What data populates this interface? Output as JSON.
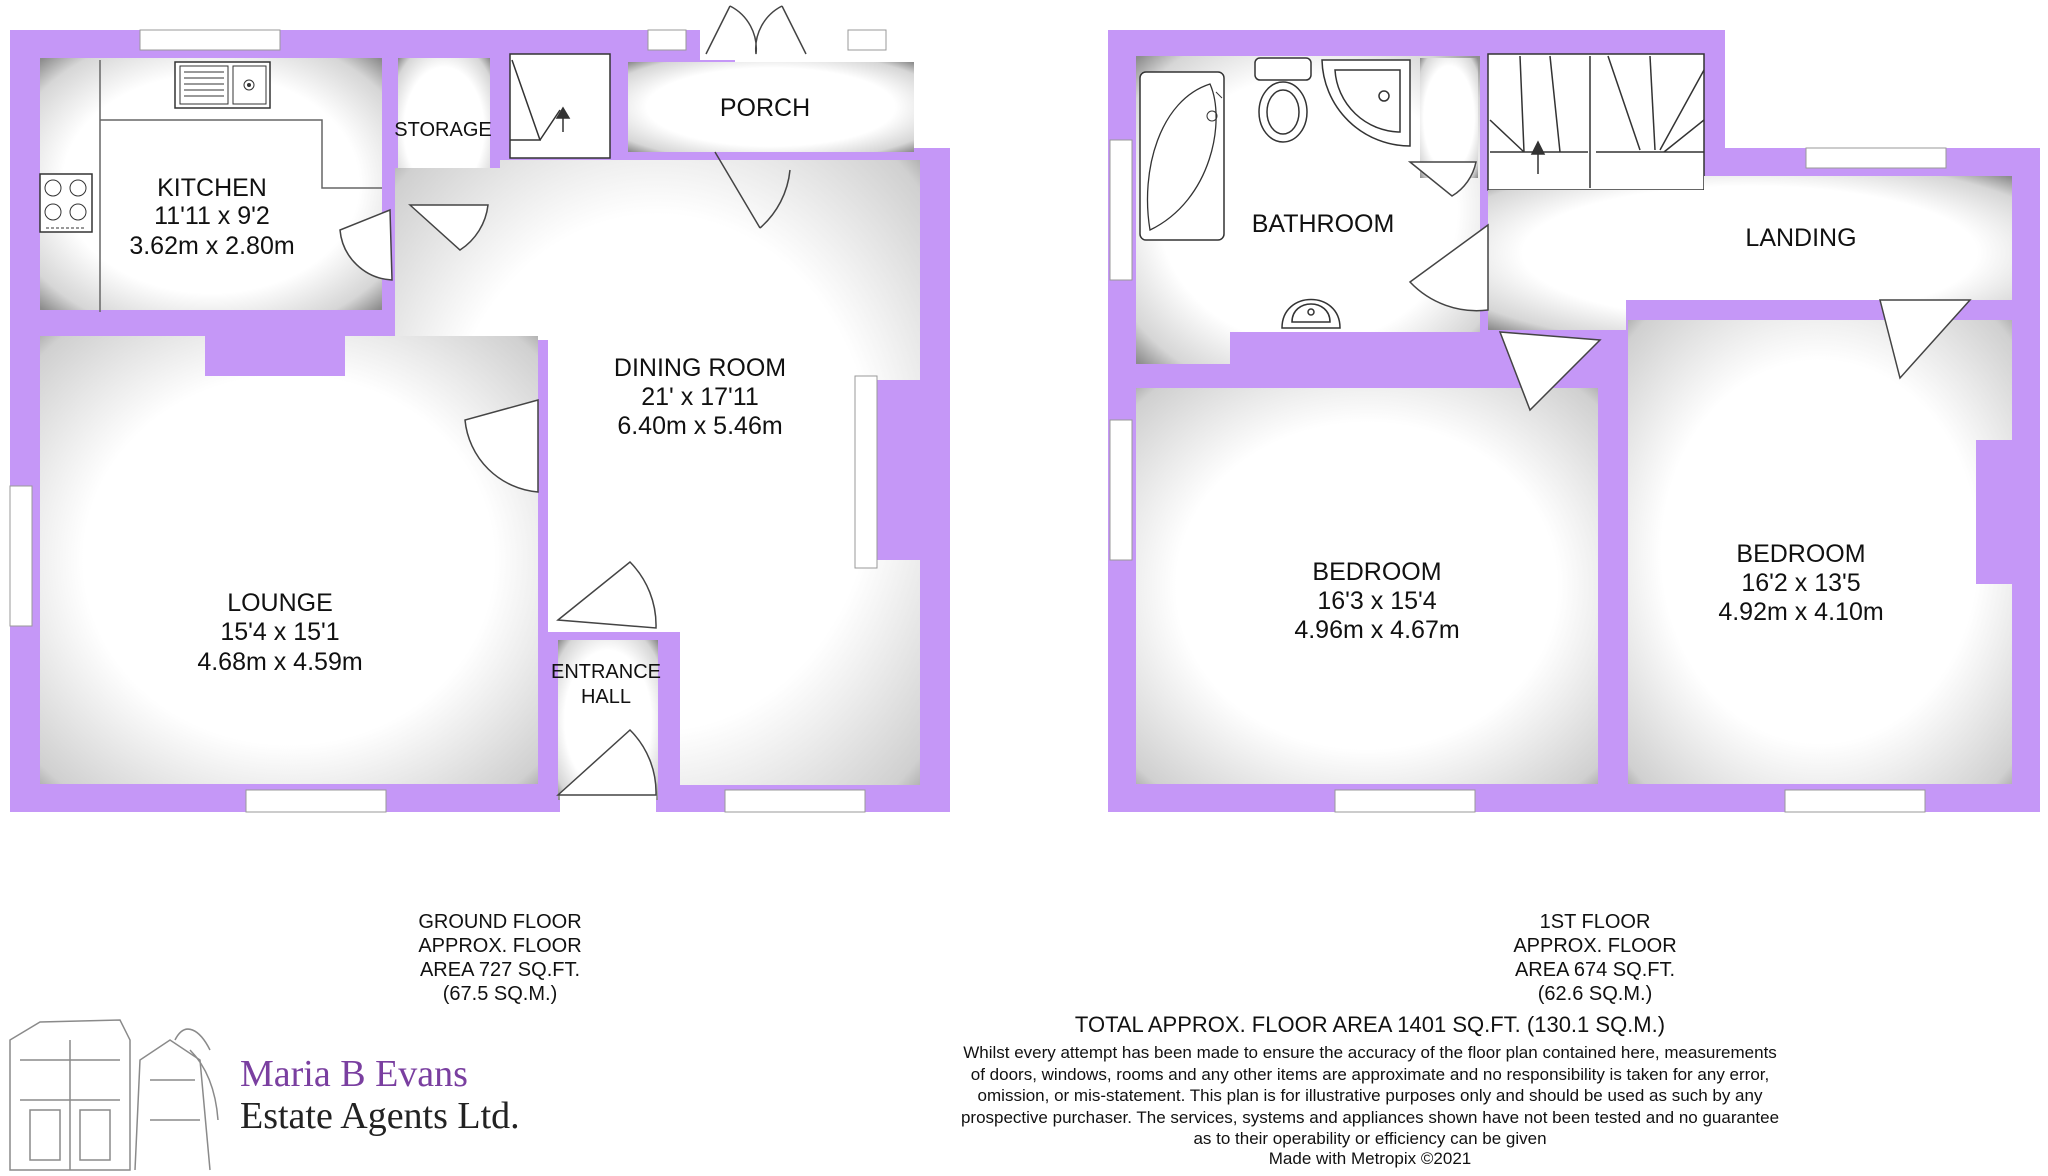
{
  "colors": {
    "wall": "#c597f7",
    "floor": "#ffffff",
    "shade": "#8a8a8a",
    "text": "#111111",
    "brand_purple": "#7a3fa0"
  },
  "ground_floor": {
    "rooms": {
      "kitchen": {
        "name": "KITCHEN",
        "dims_imperial": "11'11 x 9'2",
        "dims_metric": "3.62m x 2.80m"
      },
      "storage": {
        "name": "STORAGE"
      },
      "porch": {
        "name": "PORCH"
      },
      "dining_room": {
        "name": "DINING ROOM",
        "dims_imperial": "21' x 17'11",
        "dims_metric": "6.40m x 5.46m"
      },
      "lounge": {
        "name": "LOUNGE",
        "dims_imperial": "15'4 x 15'1",
        "dims_metric": "4.68m x 4.59m"
      },
      "entrance_hall": {
        "name_line1": "ENTRANCE",
        "name_line2": "HALL"
      }
    },
    "caption": [
      "GROUND FLOOR",
      "APPROX. FLOOR",
      "AREA 727 SQ.FT.",
      "(67.5 SQ.M.)"
    ]
  },
  "first_floor": {
    "rooms": {
      "bathroom": {
        "name": "BATHROOM"
      },
      "landing": {
        "name": "LANDING"
      },
      "bedroom_1": {
        "name": "BEDROOM",
        "dims_imperial": "16'3 x 15'4",
        "dims_metric": "4.96m x 4.67m"
      },
      "bedroom_2": {
        "name": "BEDROOM",
        "dims_imperial": "16'2 x 13'5",
        "dims_metric": "4.92m x 4.10m"
      }
    },
    "caption": [
      "1ST FLOOR",
      "APPROX. FLOOR",
      "AREA 674 SQ.FT.",
      "(62.6 SQ.M.)"
    ]
  },
  "total_area": "TOTAL APPROX. FLOOR AREA 1401 SQ.FT. (130.1 SQ.M.)",
  "disclaimer": [
    "Whilst every attempt has been made to ensure the accuracy of the floor plan contained here, measurements",
    "of doors, windows, rooms and any other items are approximate and no responsibility is taken for any error,",
    "omission, or mis-statement. This plan is for illustrative purposes only and should be used as such by any",
    "prospective purchaser. The services, systems and appliances shown have not been tested and no guarantee",
    "as to their operability or efficiency can be given"
  ],
  "made_with": "Made with Metropix ©2021",
  "brand": {
    "line1": "Maria B Evans",
    "line2": "Estate Agents Ltd."
  },
  "icons": {
    "sink": "sink-icon",
    "hob": "hob-icon",
    "stairs": "stairs-icon",
    "bath": "bath-icon",
    "toilet": "toilet-icon",
    "shower": "shower-icon",
    "basin": "basin-icon",
    "logo": "house-sketch-logo"
  }
}
